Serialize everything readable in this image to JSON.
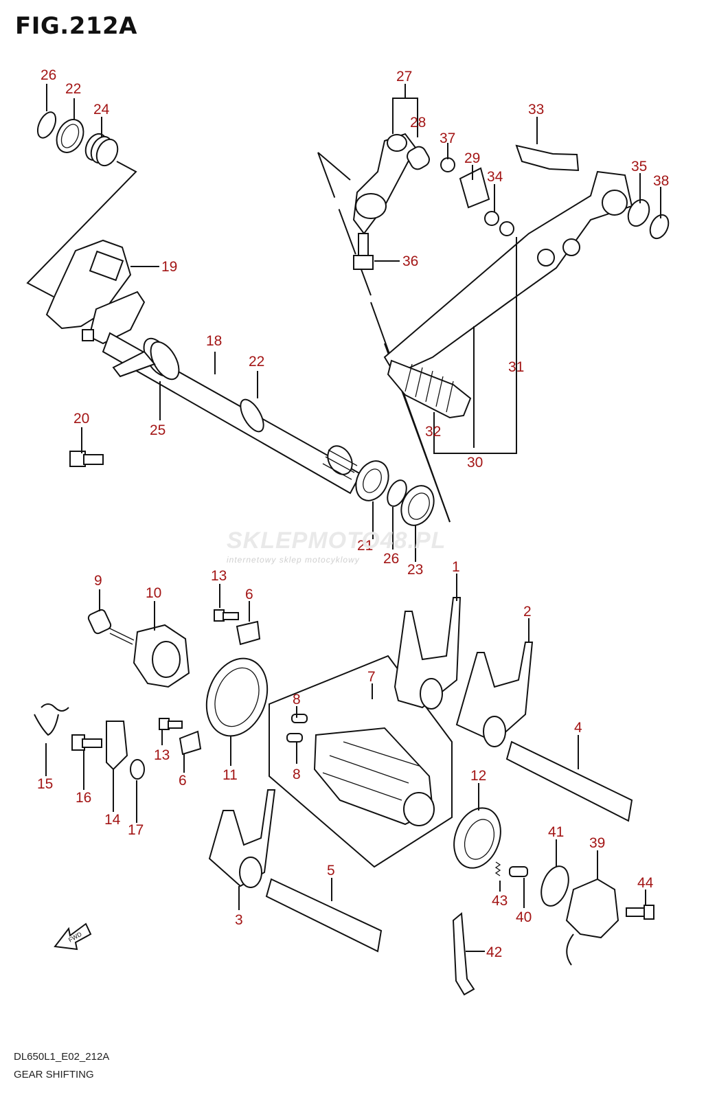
{
  "title": "FIG.212A",
  "watermark": {
    "main": "SKLEPMOTO48.PL",
    "sub": "internetowy sklep motocyklowy"
  },
  "fwd_label": "FWD",
  "footer": {
    "code": "DL650L1_E02_212A",
    "name": "GEAR SHIFTING"
  },
  "callouts": [
    "26",
    "22",
    "24",
    "19",
    "18",
    "22",
    "25",
    "20",
    "27",
    "28",
    "37",
    "29",
    "34",
    "33",
    "35",
    "38",
    "36",
    "31",
    "32",
    "30",
    "21",
    "26",
    "23",
    "9",
    "10",
    "13",
    "6",
    "13",
    "6",
    "15",
    "16",
    "14",
    "17",
    "11",
    "1",
    "2",
    "7",
    "8",
    "8",
    "4",
    "12",
    "3",
    "5",
    "41",
    "39",
    "44",
    "43",
    "40",
    "42"
  ]
}
